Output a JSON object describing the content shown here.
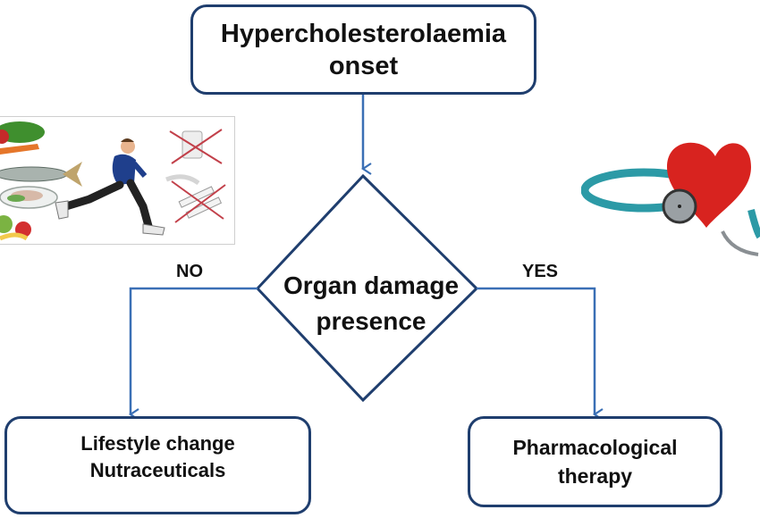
{
  "diagram": {
    "title_node": {
      "lines": [
        "Hypercholesterolaemia",
        "onset"
      ]
    },
    "decision_node": {
      "lines": [
        "Organ damage",
        "presence"
      ]
    },
    "branches": {
      "no": {
        "label": "NO",
        "target": {
          "lines": [
            "Lifestyle change",
            "Nutraceuticals"
          ]
        }
      },
      "yes": {
        "label": "YES",
        "target": {
          "lines": [
            "Pharmacological",
            "therapy"
          ]
        }
      }
    },
    "illustrations": {
      "left": {
        "icon": "lifestyle-icon",
        "contents": [
          "vegetables",
          "fish",
          "fruit",
          "running-man",
          "no-salt",
          "no-smoking"
        ]
      },
      "right": {
        "icon": "heart-stethoscope-icon",
        "contents": [
          "red-heart",
          "stethoscope"
        ]
      }
    },
    "colors": {
      "node_border": "#1f3e6e",
      "connector": "#3a6fb5",
      "text": "#111111"
    }
  }
}
